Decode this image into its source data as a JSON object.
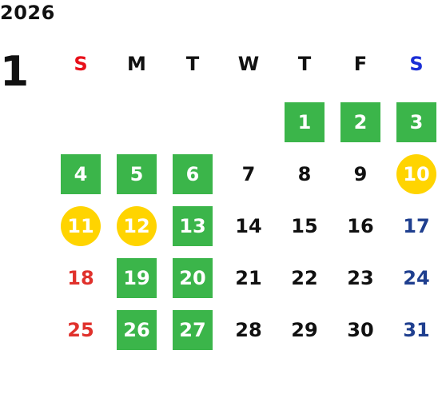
{
  "calendar": {
    "year": "2026",
    "month": "1",
    "weekdays": [
      {
        "label": "S",
        "color": "#e8101a"
      },
      {
        "label": "M",
        "color": "#111111"
      },
      {
        "label": "T",
        "color": "#111111"
      },
      {
        "label": "W",
        "color": "#111111"
      },
      {
        "label": "T",
        "color": "#111111"
      },
      {
        "label": "F",
        "color": "#111111"
      },
      {
        "label": "S",
        "color": "#1b2fd6"
      }
    ],
    "first_weekday_index": 4,
    "days": [
      {
        "day": "1",
        "style": "green"
      },
      {
        "day": "2",
        "style": "green"
      },
      {
        "day": "3",
        "style": "green"
      },
      {
        "day": "4",
        "style": "green"
      },
      {
        "day": "5",
        "style": "green"
      },
      {
        "day": "6",
        "style": "green"
      },
      {
        "day": "7",
        "style": "normal"
      },
      {
        "day": "8",
        "style": "normal"
      },
      {
        "day": "9",
        "style": "normal"
      },
      {
        "day": "10",
        "style": "yellow"
      },
      {
        "day": "11",
        "style": "yellow"
      },
      {
        "day": "12",
        "style": "yellow"
      },
      {
        "day": "13",
        "style": "green"
      },
      {
        "day": "14",
        "style": "normal"
      },
      {
        "day": "15",
        "style": "normal"
      },
      {
        "day": "16",
        "style": "normal"
      },
      {
        "day": "17",
        "style": "sat"
      },
      {
        "day": "18",
        "style": "sun"
      },
      {
        "day": "19",
        "style": "green"
      },
      {
        "day": "20",
        "style": "green"
      },
      {
        "day": "21",
        "style": "normal"
      },
      {
        "day": "22",
        "style": "normal"
      },
      {
        "day": "23",
        "style": "normal"
      },
      {
        "day": "24",
        "style": "sat"
      },
      {
        "day": "25",
        "style": "sun"
      },
      {
        "day": "26",
        "style": "green"
      },
      {
        "day": "27",
        "style": "green"
      },
      {
        "day": "28",
        "style": "normal"
      },
      {
        "day": "29",
        "style": "normal"
      },
      {
        "day": "30",
        "style": "normal"
      },
      {
        "day": "31",
        "style": "sat"
      }
    ],
    "colors": {
      "green_highlight": "#3bb54a",
      "yellow_highlight": "#ffd400",
      "sunday_text": "#e0312c",
      "saturday_text": "#1f3f8f"
    }
  }
}
